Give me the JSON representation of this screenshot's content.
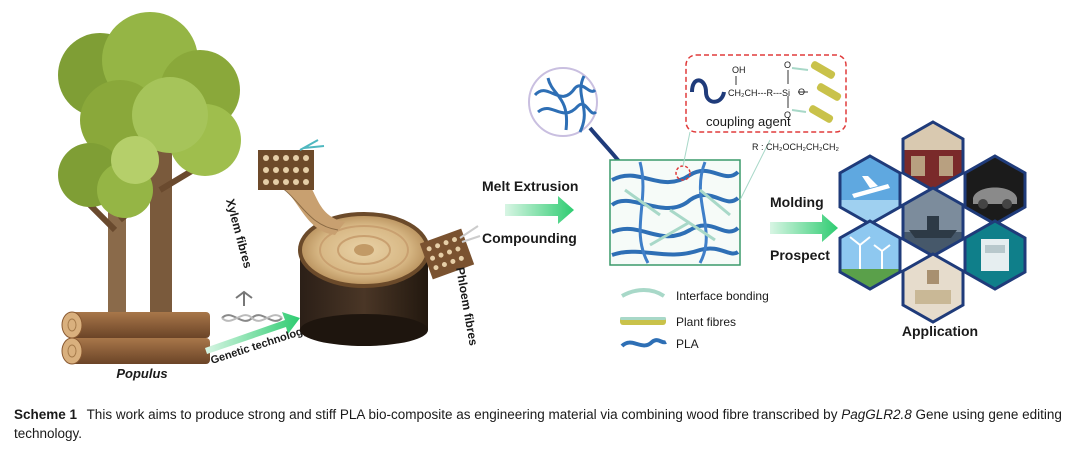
{
  "labels": {
    "populus": "Populus",
    "xylem": "Xylem fibres",
    "phloem": "Phloem fibres",
    "genetic": "Genetic technology",
    "melt_extrusion": "Melt Extrusion",
    "compounding": "Compounding",
    "coupling_agent": "coupling agent",
    "oh": "OH",
    "chain": "CH₂CH---R---Si",
    "oxygen": "O",
    "r_group": "R : CH₂OCH₂CH₂CH₂",
    "molding": "Molding",
    "prospect": "Prospect",
    "application": "Application"
  },
  "legend": [
    {
      "label": "Interface bonding",
      "icon": "interface-bonding-icon",
      "color": "#a8d8c8"
    },
    {
      "label": "Plant fibres",
      "icon": "plant-fibre-icon",
      "color": "#c9c24a"
    },
    {
      "label": "PLA",
      "icon": "pla-strand-icon",
      "color": "#2e6fb5"
    }
  ],
  "colors": {
    "accent_green": "#2ecc71",
    "pla_blue": "#2e6fb5",
    "dashed_red": "#e03b3b",
    "foliage": "#8aa83a",
    "trunk": "#7a5a3c",
    "navy": "#1f3b7a"
  },
  "caption": {
    "label": "Scheme 1",
    "text": "This work aims to produce strong and stiff PLA bio-composite as engineering material via combining wood fibre transcribed by",
    "italic": "PagGLR2.8",
    "text_end": "Gene using gene editing technology."
  }
}
